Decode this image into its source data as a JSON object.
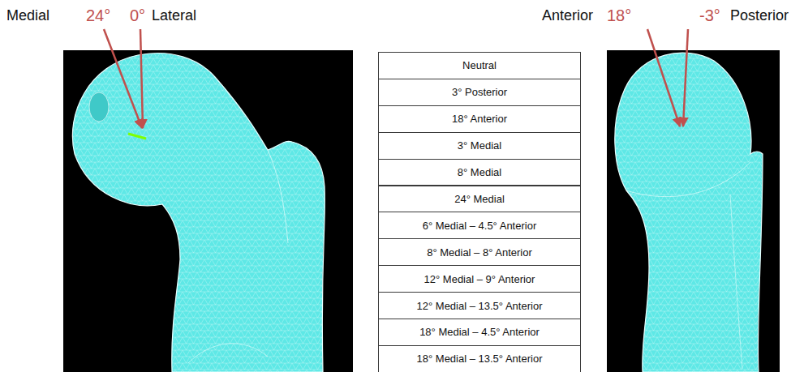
{
  "diagram": {
    "labels": [
      "Medial",
      "24°",
      "0°",
      "Lateral",
      "Anterior",
      "18°",
      "-3°",
      "Posterior",
      "Neutral",
      "3° Posterior",
      "18° Anterior",
      "3° Medial",
      "8° Medial",
      "24° Medial",
      "6° Medial – 4.5° Anterior",
      "8° Medial – 8° Anterior",
      "12° Medial – 9° Anterior",
      "12° Medial – 13.5° Anterior",
      "18° Medial – 4.5° Anterior",
      "18° Medial – 13.5° Anterior"
    ]
  }
}
